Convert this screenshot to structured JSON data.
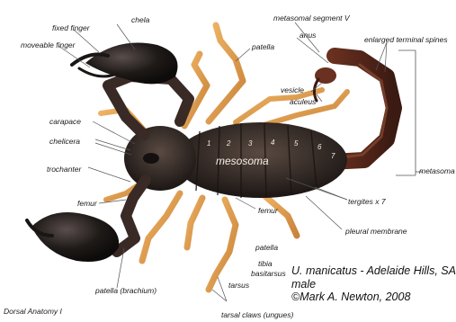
{
  "labels": {
    "chela": "chela",
    "fixed_finger": "fixed finger",
    "moveable_finger": "moveable finger",
    "patella_top": "patella",
    "metasomal_segment": "metasomal segment V",
    "anus": "anus",
    "enlarged_spines": "enlarged terminal spines",
    "vesicle": "vesicle",
    "aculeus": "aculeus",
    "carapace": "carapace",
    "chelicera": "chelicera",
    "trochanter": "trochanter",
    "mesosoma": "mesosoma",
    "metasoma": "metasoma",
    "tergites": "tergites x 7",
    "femur_left": "femur",
    "femur_leg": "femur",
    "pleural_membrane": "pleural membrane",
    "patella_leg": "patella",
    "tibia": "tibia",
    "basitarsus": "basitarsus",
    "tarsus": "tarsus",
    "patella_brachium": "patella (brachium)",
    "tarsal_claws": "tarsal claws (ungues)"
  },
  "tergite_numbers": [
    "1",
    "2",
    "3",
    "4",
    "5",
    "6",
    "7"
  ],
  "credit": {
    "species": "U. manicatus - Adelaide Hills, SA",
    "sex": "male",
    "copyright": "©Mark A. Newton, 2008"
  },
  "footer": "Dorsal Anatomy I",
  "colors": {
    "body_dark": "#2e2622",
    "chela_black": "#1a1614",
    "leg_amber": "#d99a4a",
    "tail_brown": "#4a2418",
    "label_line": "#555555"
  }
}
